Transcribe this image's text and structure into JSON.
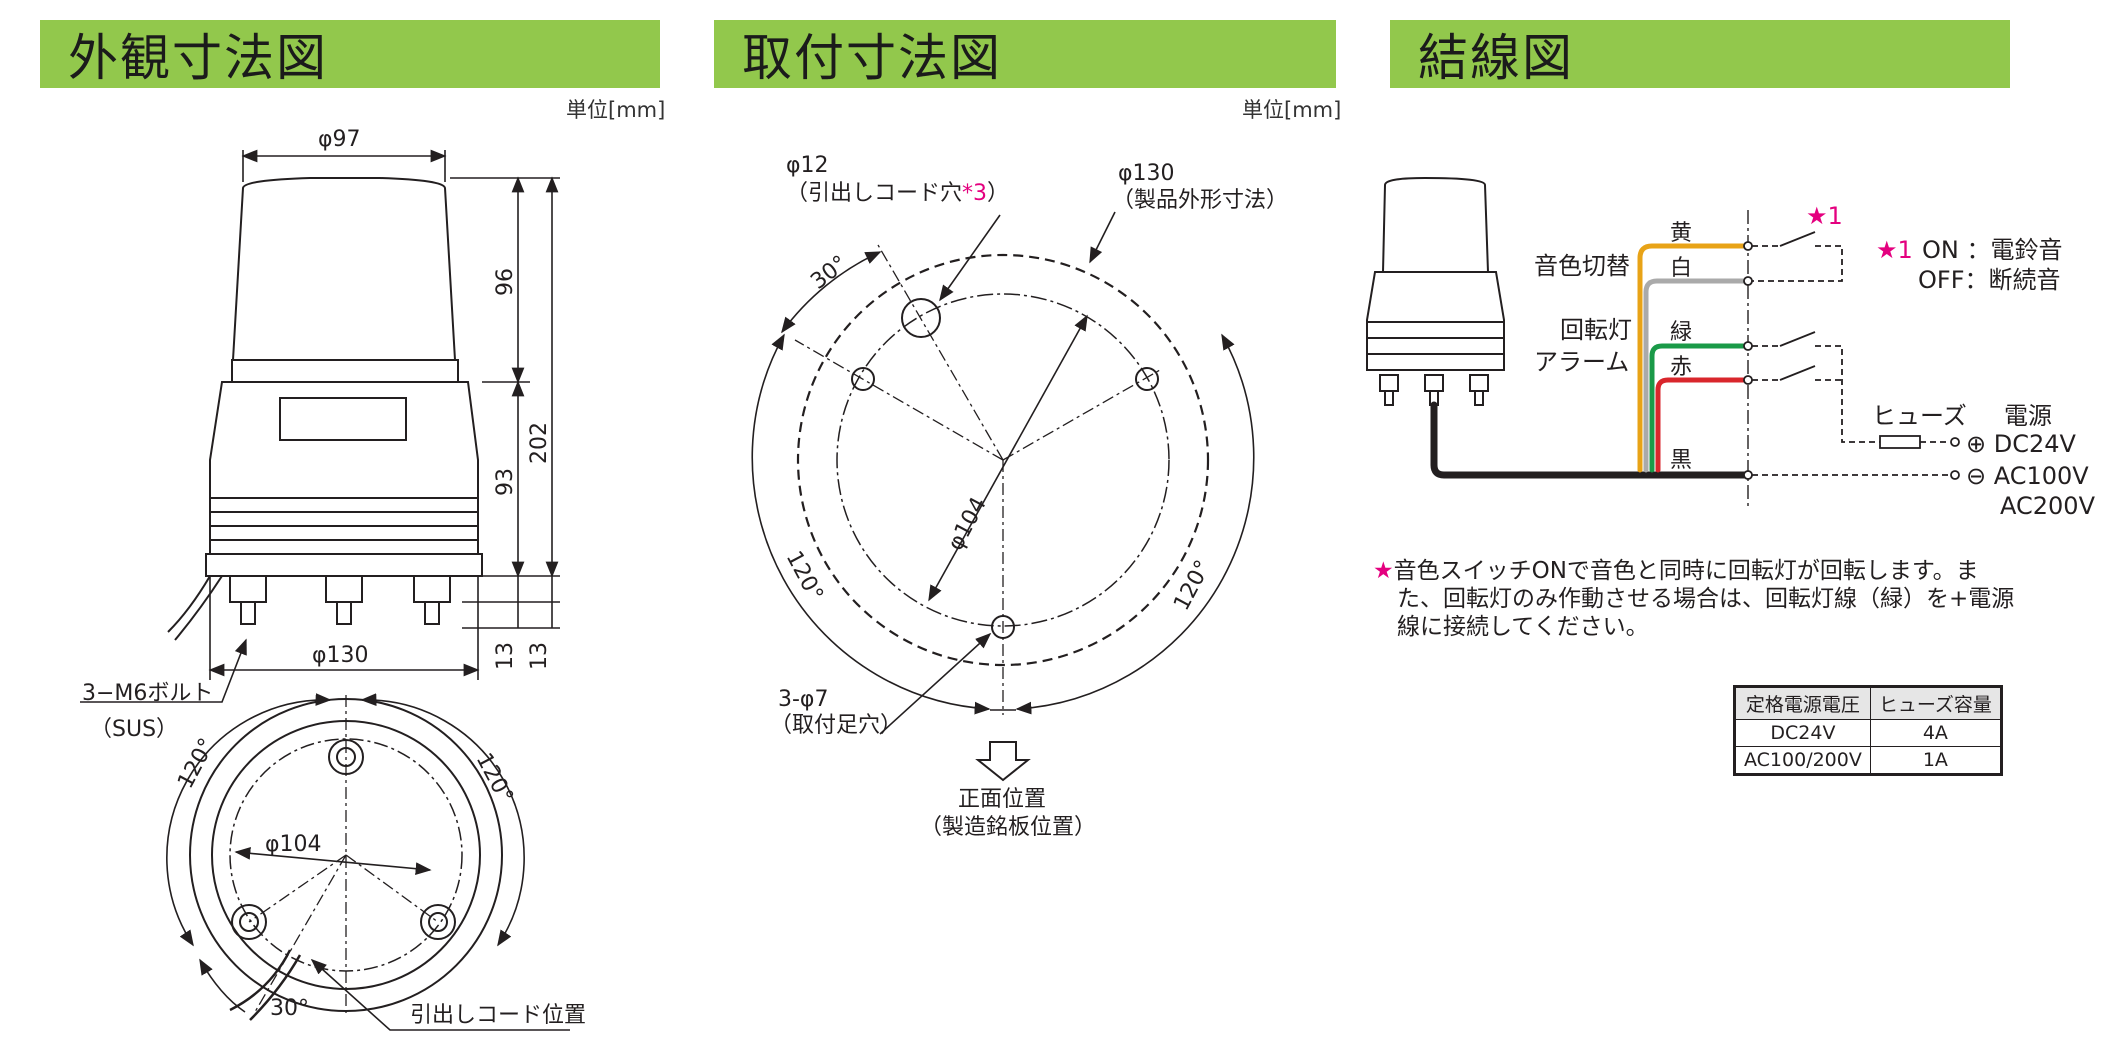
{
  "headers": {
    "outer": "外観寸法図",
    "mount": "取付寸法図",
    "wiring": "結線図"
  },
  "units": {
    "outer": "単位[mm]",
    "mount": "単位[mm]"
  },
  "outer": {
    "phi97": "φ97",
    "dim96": "96",
    "dim93": "93",
    "dim202": "202",
    "dim13a": "13",
    "dim13b": "13",
    "phi130": "φ130",
    "bolt": "3−M6ボルト",
    "sus": "（SUS）",
    "phi104": "φ104",
    "angle_left": "120°",
    "angle_right": "120°",
    "angle_bottom": "30°",
    "cord_pos": "引出しコード位置"
  },
  "mount": {
    "phi12": "φ12",
    "cord_hole": "（引出しコード穴",
    "cord_hole_ref": "*3",
    "cord_hole_close": "）",
    "phi130": "φ130",
    "outline": "（製品外形寸法）",
    "angle30": "30°",
    "phi104": "φ104",
    "angle_left": "120°",
    "angle_right": "120°",
    "foot_hole": "3-φ7",
    "foot_hole_label": "（取付足穴）",
    "front": "正面位置",
    "plate": "（製造銘板位置）"
  },
  "wiring": {
    "tone_switch": "音色切替",
    "rotary_lamp": "回転灯",
    "alarm": "アラーム",
    "wire_yellow": "黄",
    "wire_white": "白",
    "wire_green": "緑",
    "wire_red": "赤",
    "wire_black": "黒",
    "star1": "★1",
    "legend_star": "★1",
    "legend_on": "ON ：電鈴音",
    "legend_off": "OFF：断続音",
    "fuse": "ヒューズ",
    "power": "電源",
    "plus": "⊕ DC24V",
    "minus": "⊖ AC100V",
    "ac200": "AC200V",
    "colors": {
      "yellow": "#e8a317",
      "white": "#aaaaaa",
      "green": "#1a9a48",
      "red": "#d9262c",
      "black": "#231f20",
      "accent": "#e4007f",
      "header": "#92c84c"
    }
  },
  "note": {
    "star": "★",
    "line1": "音色スイッチONで音色と同時に回転灯が回転します。ま",
    "line2": "た、回転灯のみ作動させる場合は、回転灯線（緑）を+電源",
    "line3": "線に接続してください。"
  },
  "table": {
    "headers": [
      "定格電源電圧",
      "ヒューズ容量"
    ],
    "rows": [
      [
        "DC24V",
        "4A"
      ],
      [
        "AC100/200V",
        "1A"
      ]
    ]
  }
}
